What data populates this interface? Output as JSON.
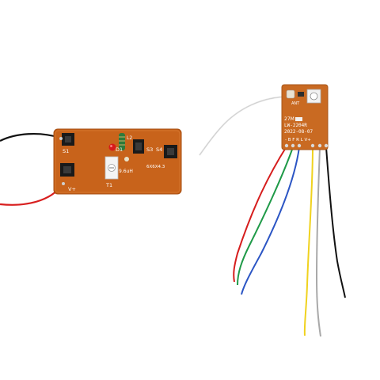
{
  "image": {
    "subject": "rc-transmitter-and-receiver-boards",
    "background_color": "#ffffff"
  },
  "transmitter": {
    "board_color": "#c8631b",
    "labels": {
      "s1": "S1",
      "d1": "D1",
      "l2": "L2",
      "s3": "S3",
      "s4": "S4",
      "inductor": "9.6uH",
      "button_size": "6X6X4.3",
      "t1": "T1",
      "vplus": "V+"
    },
    "wire_colors": {
      "black": "#111111",
      "red": "#d81f1f"
    }
  },
  "receiver": {
    "board_color": "#c96a22",
    "labels": {
      "ant": "ANT",
      "freq": "27M",
      "model": "LW-2204R",
      "date": "2022-08-07",
      "pins": "- B F R L V+"
    },
    "wire_colors": {
      "red": "#d61d1d",
      "green": "#1f9a48",
      "blue": "#2b55c4",
      "yellow": "#f0d21e",
      "gray": "#a9a9a9",
      "black": "#111111",
      "antenna": "#e6e6e6"
    }
  }
}
